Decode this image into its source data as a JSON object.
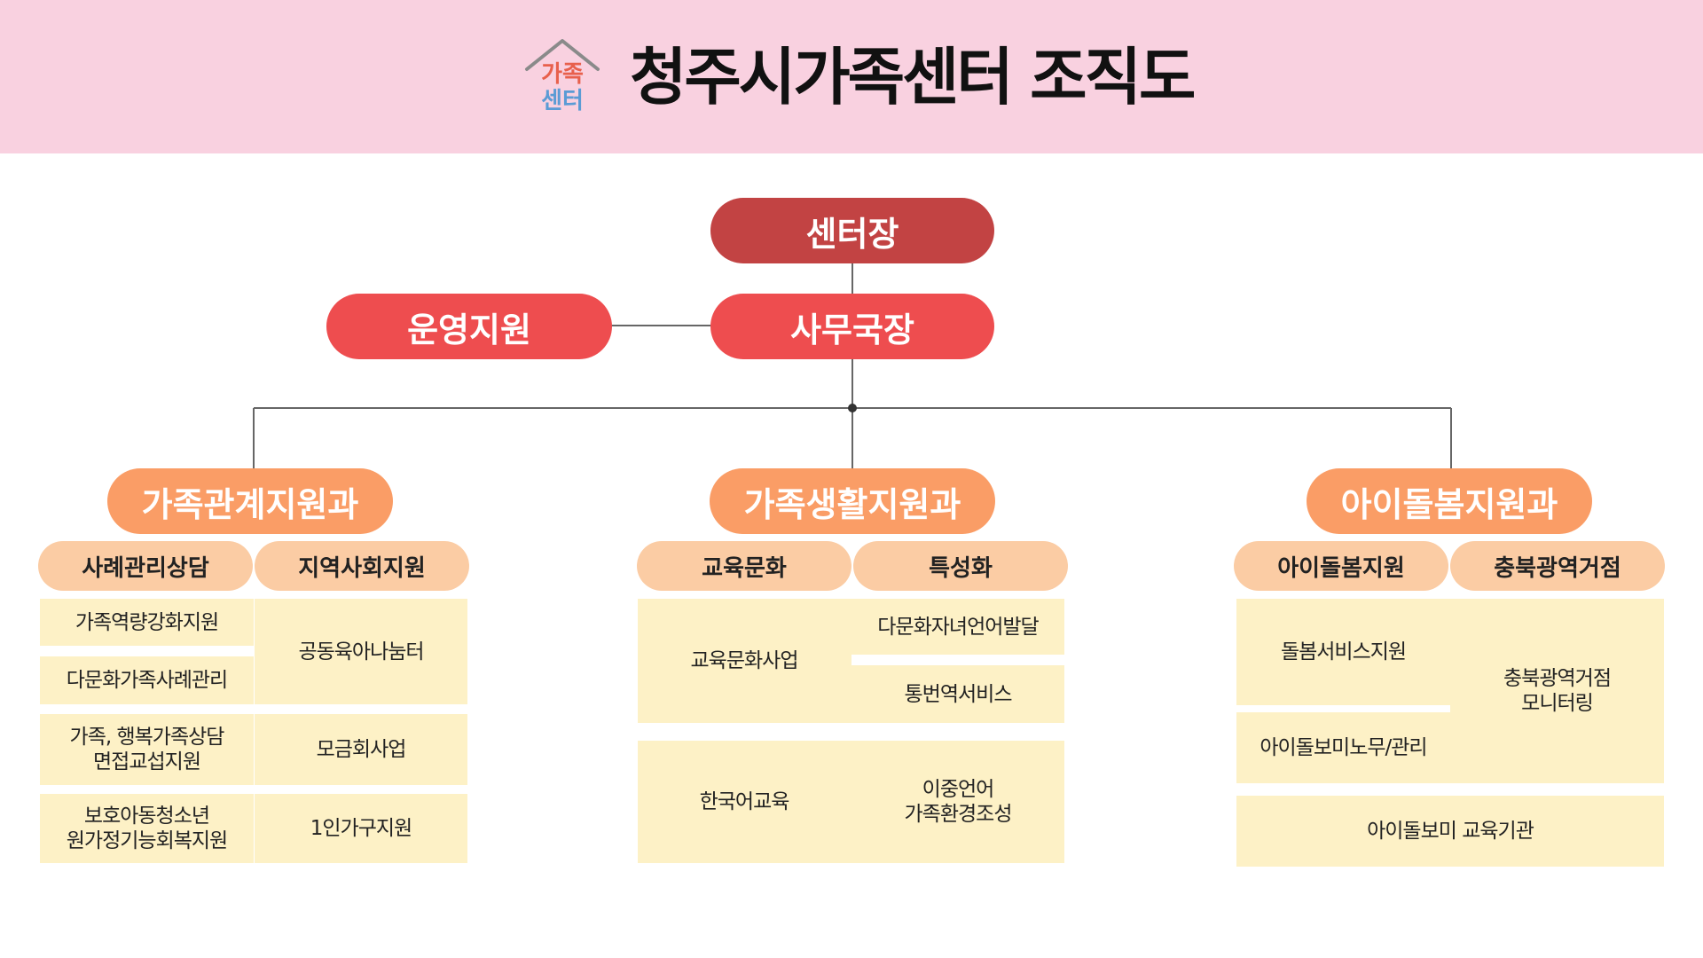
{
  "title": "청주시가족센터 조직도",
  "logo": {
    "line1": "가족",
    "line2": "센터"
  },
  "colors": {
    "header_bg": "#f9d1e0",
    "director": "#c24343",
    "red": "#ee4d4f",
    "orange": "#fa9d66",
    "sub": "#fbcca4",
    "cell": "#fdf1c6",
    "line": "#666666"
  },
  "director": "센터장",
  "secretary": "사무국장",
  "operations": "운영지원",
  "departments": [
    {
      "name": "가족관계지원과",
      "teams": [
        "사례관리상담",
        "지역사회지원"
      ],
      "items": {
        "a1": "가족역량강화지원",
        "a2": "다문화가족사례관리",
        "a3": "가족, 행복가족상담\n면접교섭지원",
        "a4": "보호아동청소년\n원가정기능회복지원",
        "b1": "공동육아나눔터",
        "b2": "모금회사업",
        "b3": "1인가구지원"
      }
    },
    {
      "name": "가족생활지원과",
      "teams": [
        "교육문화",
        "특성화"
      ],
      "items": {
        "a1": "교육문화사업",
        "a2": "한국어교육",
        "b1": "다문화자녀언어발달",
        "b2": "통번역서비스",
        "b3": "이중언어\n가족환경조성"
      }
    },
    {
      "name": "아이돌봄지원과",
      "teams": [
        "아이돌봄지원",
        "충북광역거점"
      ],
      "items": {
        "a1": "돌봄서비스지원",
        "a2": "아이돌보미노무/관리",
        "b1": "충북광역거점\n모니터링",
        "c1": "아이돌보미 교육기관"
      }
    }
  ]
}
